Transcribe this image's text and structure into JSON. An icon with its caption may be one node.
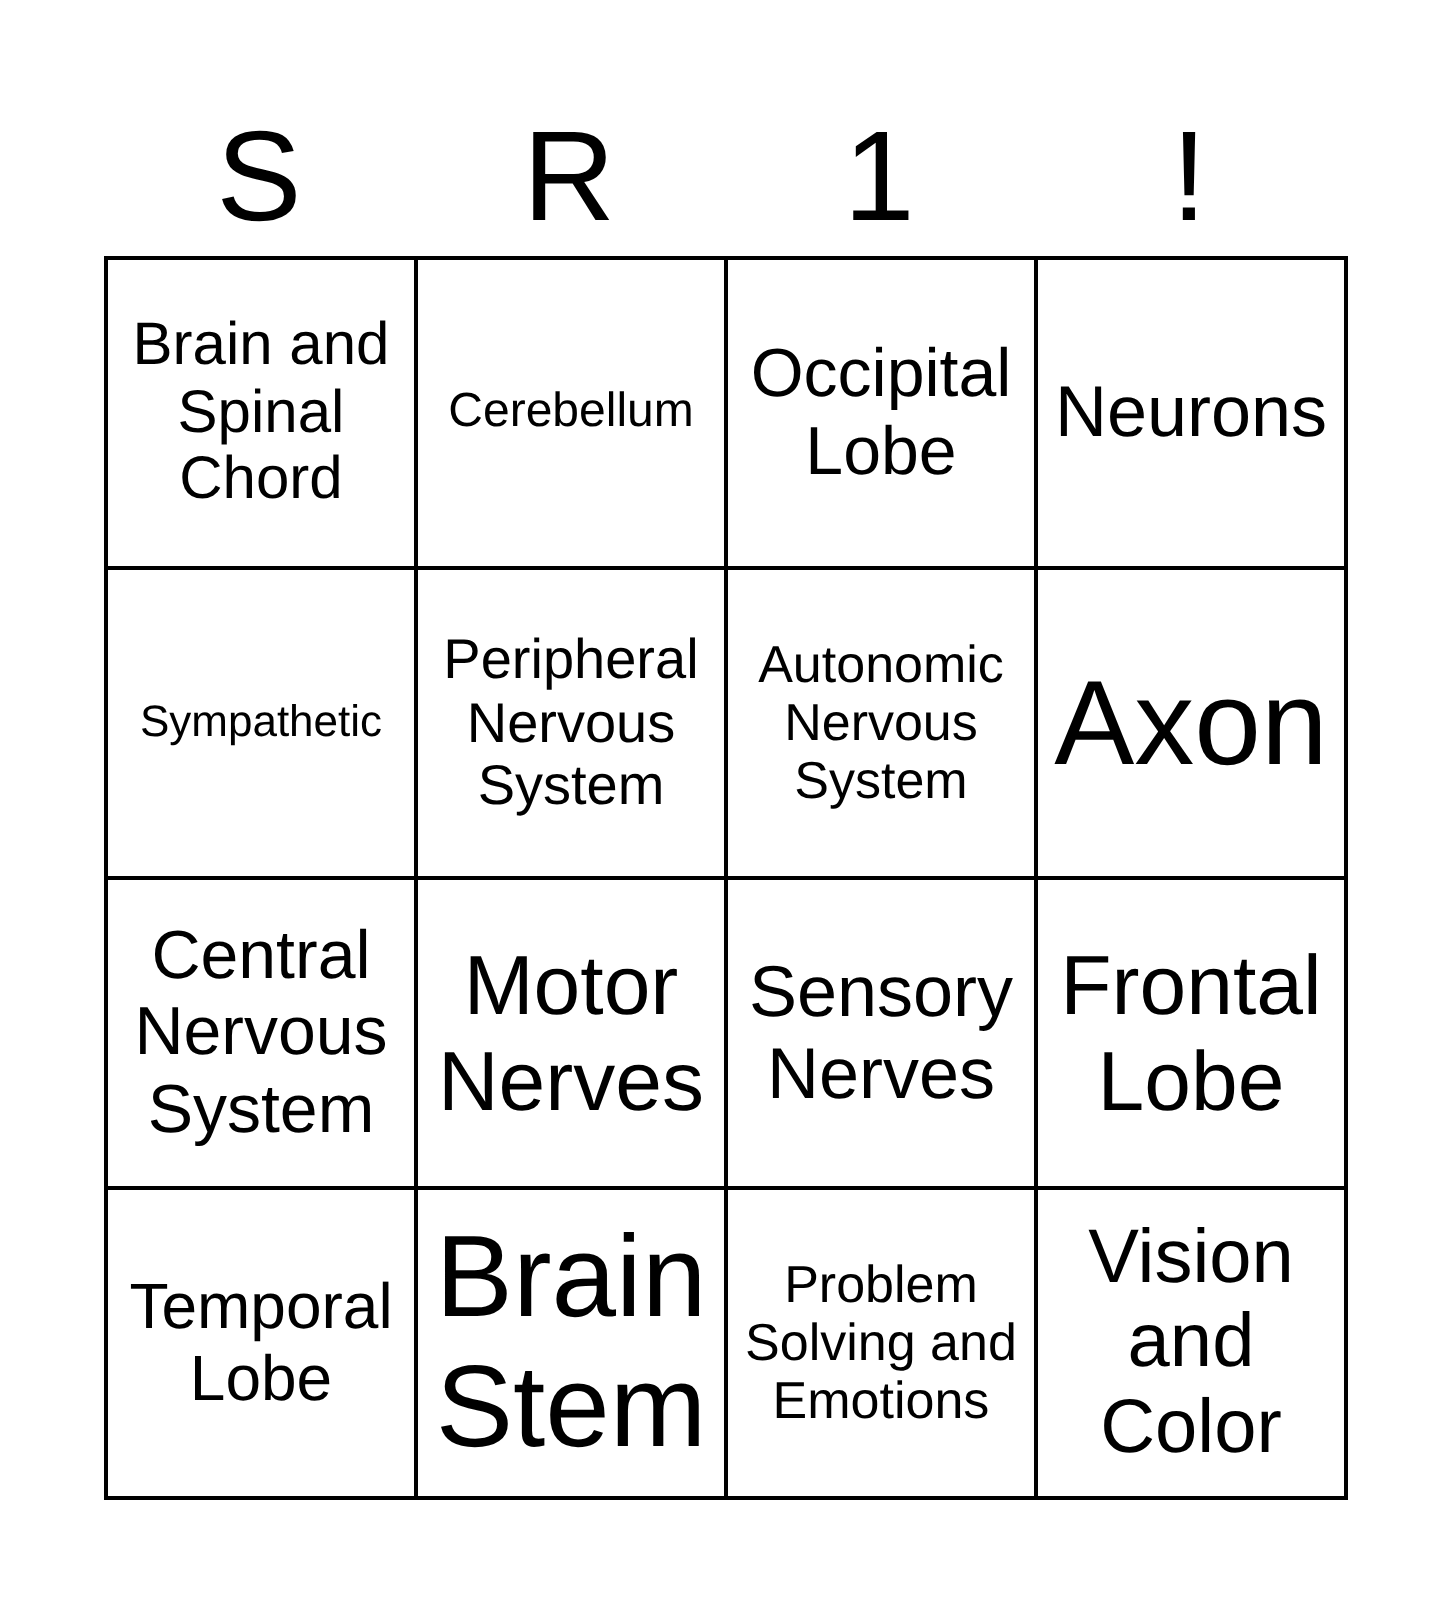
{
  "diagram": {
    "labels": [
      "S",
      "R",
      "1",
      "!",
      "Brain and Spinal Chord",
      "Cerebellum",
      "Occipital Lobe",
      "Neurons",
      "Sympathetic",
      "Peripheral Nervous System",
      "Autonomic Nervous System",
      "Axon",
      "Central Nervous System",
      "Motor Nerves",
      "Sensory Nerves",
      "Frontal Lobe",
      "Temporal Lobe",
      "Brain Stem",
      "Problem Solving and Emotions",
      "Vision and Color"
    ]
  }
}
